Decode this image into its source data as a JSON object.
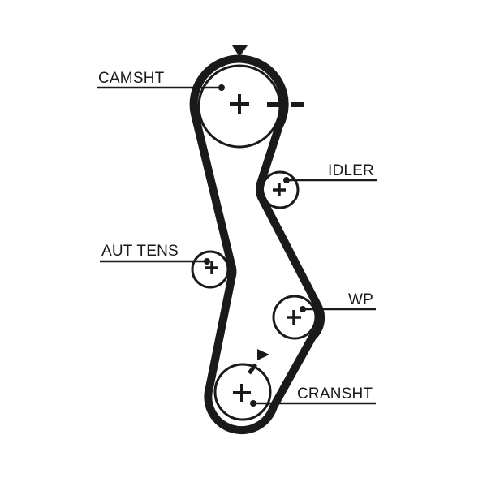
{
  "diagram": {
    "kind": "timing-belt-routing-diagram",
    "background_color": "#ffffff",
    "ink_color": "#1a1a1a",
    "labels": {
      "camshaft": "CAMSHT",
      "idler": "IDLER",
      "tensioner": "AUT TENS",
      "water_pump": "WP",
      "crankshaft": "CRANSHT"
    },
    "marks": {
      "pulley_center_symbol": "+",
      "camshaft_arrow": "down-triangle-icon",
      "crankshaft_arrow": "right-triangle-icon",
      "camshaft_timing_mark": "dashed-line",
      "crankshaft_timing_mark": "rim-tick"
    }
  }
}
